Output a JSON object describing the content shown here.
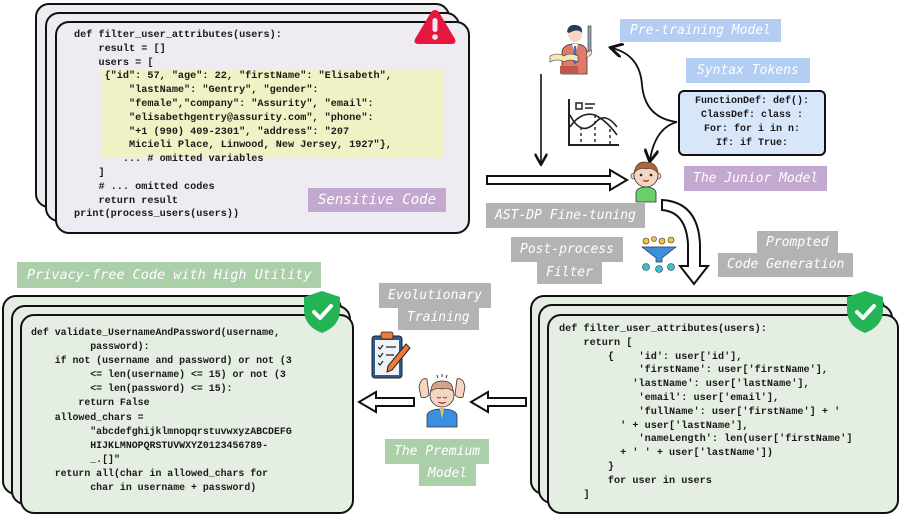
{
  "sensitive_code": {
    "lines": [
      "def filter_user_attributes(users):",
      "    result = []",
      "    users = [",
      "     {\"id\": 57, \"age\": 22, \"firstName\": \"Elisabeth\",",
      "         \"lastName\": \"Gentry\", \"gender\":",
      "         \"female\",\"company\": \"Assurity\", \"email\":",
      "         \"elisabethgentry@assurity.com\", \"phone\":",
      "         \"+1 (990) 409-2301\", \"address\": \"207",
      "         Micieli Place, Linwood, New Jersey, 1927\"},",
      "        ... # omitted variables",
      "    ]",
      "    # ... omitted codes",
      "    return result",
      "print(process_users(users))"
    ],
    "label": "Sensitive Code",
    "icon": "warning-icon"
  },
  "pretraining": {
    "label": "Pre-training Model",
    "icon": "teacher-icon"
  },
  "syntax": {
    "label": "Syntax Tokens",
    "lines": [
      "FunctionDef: def():",
      "ClassDef: class :",
      "For: for i in n:",
      "If: if True:"
    ]
  },
  "junior": {
    "label": "The Junior Model",
    "icon": "child-icon"
  },
  "chart_icon": "line-chart-icon",
  "ast_dp": {
    "label": "AST-DP Fine-tuning"
  },
  "post_process": {
    "line1": "Post-process",
    "line2": "Filter",
    "icon": "funnel-filter-icon"
  },
  "prompted": {
    "line1": "Prompted",
    "line2": "Code Generation"
  },
  "generated_code": {
    "lines": [
      "def filter_user_attributes(users):",
      "    return [",
      "        {    'id': user['id'],",
      "             'firstName': user['firstName'],",
      "            'lastName': user['lastName'],",
      "             'email': user['email'],",
      "             'fullName': user['firstName'] + '",
      "          ' + user['lastName'],",
      "             'nameLength': len(user['firstName']",
      "          + ' ' + user['lastName'])",
      "        }",
      "        for user in users",
      "    ]"
    ],
    "icon": "shield-check-icon"
  },
  "evolutionary": {
    "line1": "Evolutionary",
    "line2": "Training",
    "icon": "clipboard-pencil-icon"
  },
  "premium": {
    "line1": "The Premium",
    "line2": "Model",
    "icon": "strong-brain-icon"
  },
  "privacy_free": {
    "label": "Privacy-free Code with High Utility",
    "lines": [
      "def validate_UsernameAndPassword(username,",
      "          password):",
      "    if not (username and password) or not (3",
      "          <= len(username) <= 15) or not (3",
      "          <= len(password) <= 15):",
      "        return False",
      "    allowed_chars =",
      "          \"abcdefghijklmnopqrstuvwxyzABCDEFG",
      "          HIJKLMNOPQRSTUVWXYZ0123456789-",
      "          _.[]\"",
      "    return all(char in allowed_chars for",
      "          char in username + password)"
    ],
    "icon": "shield-check-icon"
  },
  "colors": {
    "sensitive_bg": "#efebf2",
    "highlight": "#f0f1c4",
    "safe_bg": "#e5eee3",
    "warning": "#e5173f",
    "shield": "#22b455",
    "tag_gray": "#b3b3b3",
    "tag_purple": "#c3a8cf",
    "tag_blue": "#b4cdf2",
    "tag_green": "#abcfa9"
  }
}
